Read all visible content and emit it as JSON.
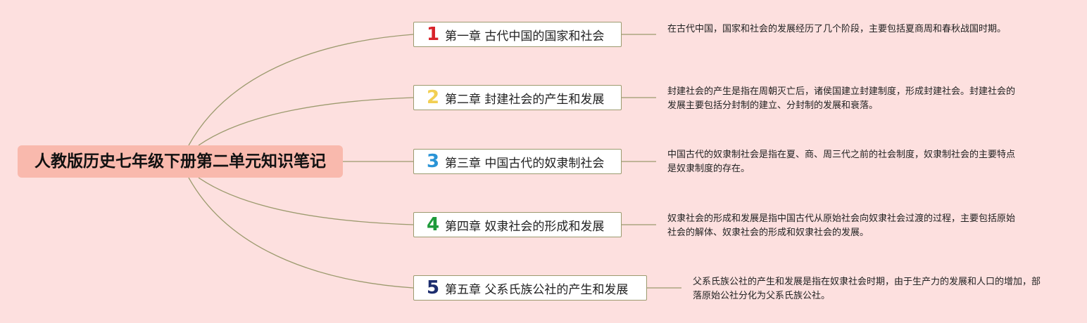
{
  "root": {
    "title": "人教版历史七年级下册第二单元知识笔记"
  },
  "colors": {
    "background": "#fde0df",
    "root_fill": "#f9b9ad",
    "link": "#9c9a6e"
  },
  "chapters": [
    {
      "number": "1",
      "number_color": "#d8232a",
      "title": "第一章 古代中国的国家和社会",
      "description": "在古代中国，国家和社会的发展经历了几个阶段，主要包括夏商周和春秋战国时期。"
    },
    {
      "number": "2",
      "number_color": "#f2cf52",
      "title": "第二章 封建社会的产生和发展",
      "description": "封建社会的产生是指在周朝灭亡后，诸侯国建立封建制度，形成封建社会。封建社会的发展主要包括分封制的建立、分封制的发展和衰落。"
    },
    {
      "number": "3",
      "number_color": "#2a94d6",
      "title": "第三章 中国古代的奴隶制社会",
      "description": "中国古代的奴隶制社会是指在夏、商、周三代之前的社会制度，奴隶制社会的主要特点是奴隶制度的存在。"
    },
    {
      "number": "4",
      "number_color": "#1e9a3a",
      "title": "第四章 奴隶社会的形成和发展",
      "description": "奴隶社会的形成和发展是指中国古代从原始社会向奴隶社会过渡的过程，主要包括原始社会的解体、奴隶社会的形成和奴隶社会的发展。"
    },
    {
      "number": "5",
      "number_color": "#1c2d6e",
      "title": "第五章 父系氏族公社的产生和发展",
      "description": "父系氏族公社的产生和发展是指在奴隶社会时期，由于生产力的发展和人口的增加，部落原始公社分化为父系氏族公社。"
    }
  ]
}
